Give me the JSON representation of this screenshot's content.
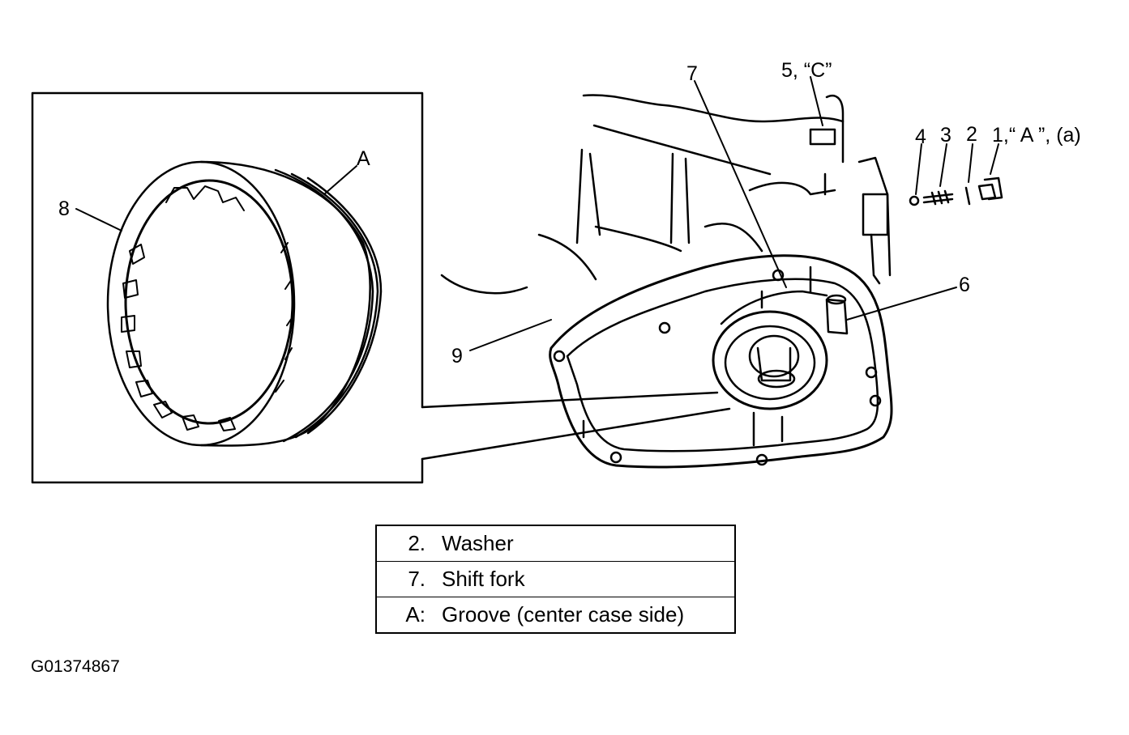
{
  "callouts": {
    "c8": "8",
    "cA": "A",
    "c7": "7",
    "c5": "5, “C”",
    "c4": "4",
    "c3": "3",
    "c2": "2",
    "c1": "1,“ A ”, (a)",
    "c6": "6",
    "c9": "9"
  },
  "legend": [
    {
      "key": "2.",
      "desc": "Washer"
    },
    {
      "key": "7.",
      "desc": "Shift fork"
    },
    {
      "key": "A:",
      "desc": "Groove (center case side)"
    }
  ],
  "figure_id": "G01374867"
}
